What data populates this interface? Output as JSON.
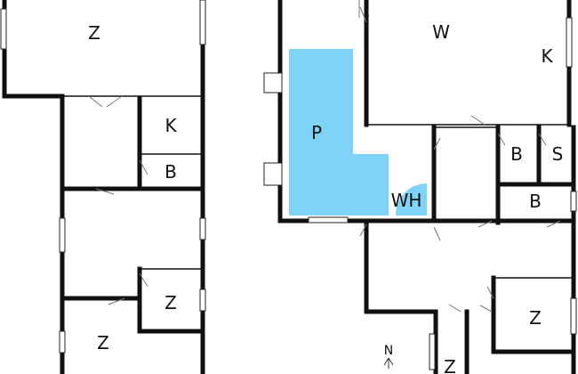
{
  "colors": {
    "pool": "#7fd3f7",
    "wall": "#111111",
    "background": "#ffffff"
  },
  "rooms": [
    {
      "id": "left-top-bedroom",
      "label": "Z"
    },
    {
      "id": "left-kitchen",
      "label": "K"
    },
    {
      "id": "left-bath",
      "label": "B"
    },
    {
      "id": "left-small-bedroom",
      "label": "Z"
    },
    {
      "id": "left-bottom-bedroom",
      "label": "Z"
    },
    {
      "id": "living-room",
      "label": "W"
    },
    {
      "id": "kitchen",
      "label": "K"
    },
    {
      "id": "pool",
      "label": "P"
    },
    {
      "id": "whirlpool",
      "label": "WH"
    },
    {
      "id": "bath-1",
      "label": "B"
    },
    {
      "id": "sauna",
      "label": "S"
    },
    {
      "id": "bath-2",
      "label": "B"
    },
    {
      "id": "right-bedroom",
      "label": "Z"
    },
    {
      "id": "bottom-bedroom",
      "label": "Z"
    }
  ],
  "compass": {
    "label": "N"
  }
}
